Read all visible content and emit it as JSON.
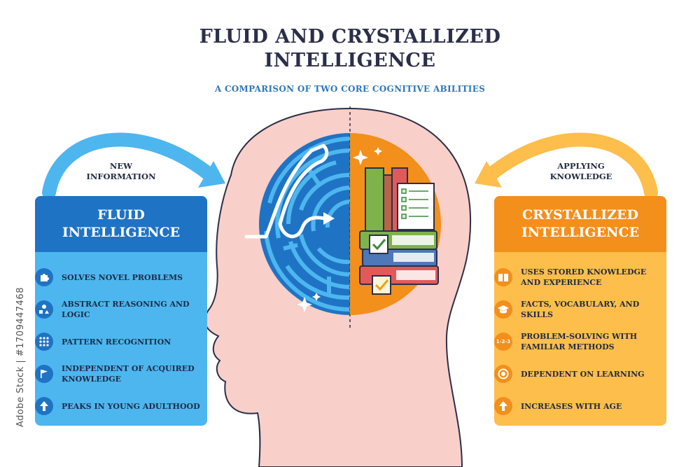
{
  "title_line1": "FLUID AND CRYSTALLIZED",
  "title_line2": "INTELLIGENCE",
  "subtitle": "A COMPARISON OF TWO CORE COGNITIVE ABILITIES",
  "left_arrow_label_line1": "NEW",
  "left_arrow_label_line2": "INFORMATION",
  "right_arrow_label_line1": "APPLYING",
  "right_arrow_label_line2": "KNOWLEDGE",
  "fluid": {
    "header_line1": "FLUID",
    "header_line2": "INTELLIGENCE",
    "items": [
      {
        "icon": "puzzle-icon",
        "text": "SOLVES NOVEL PROBLEMS"
      },
      {
        "icon": "shapes-icon",
        "text": "ABSTRACT REASONING AND LOGIC"
      },
      {
        "icon": "dots-grid-icon",
        "text": "PATTERN RECOGNITION"
      },
      {
        "icon": "flag-icon",
        "text": "INDEPENDENT OF ACQUIRED KNOWLEDGE"
      },
      {
        "icon": "arrow-up-icon",
        "text": "PEAKS IN YOUNG ADULTHOOD"
      }
    ]
  },
  "crystallized": {
    "header_line1": "CRYSTALLIZED",
    "header_line2": "INTELLIGENCE",
    "items": [
      {
        "icon": "book-icon",
        "text": "USES STORED KNOWLEDGE AND EXPERIENCE"
      },
      {
        "icon": "graduation-cap-icon",
        "text": "FACTS, VOCABULARY, AND SKILLS"
      },
      {
        "icon": "steps-icon",
        "icon_text": "1-2-3",
        "text": "PROBLEM-SOLVING WITH FAMILIAR METHODS"
      },
      {
        "icon": "target-icon",
        "text": "DEPENDENT ON LEARNING"
      },
      {
        "icon": "arrow-up-icon",
        "text": "INCREASES WITH AGE"
      }
    ]
  },
  "watermark": "Adobe Stock | #1709447468",
  "colors": {
    "fluid_dark": "#1f73c4",
    "fluid_light": "#4db6ef",
    "cryst_dark": "#f38f1b",
    "cryst_light": "#fdbe4b",
    "head": "#f9cfc9",
    "title": "#2a2f4a",
    "subtitle": "#2f77b8"
  }
}
